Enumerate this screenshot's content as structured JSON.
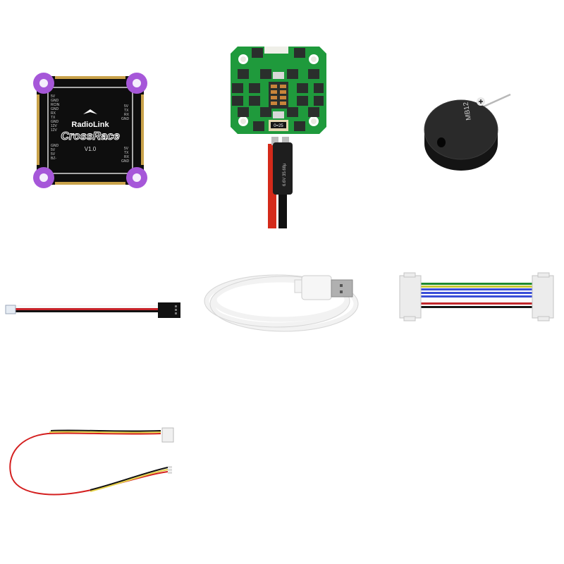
{
  "scene": {
    "background": "#ffffff",
    "description": "Flight controller kit contents"
  },
  "items": {
    "flight_controller": {
      "brand": "RadioLink",
      "model": "CrossRace",
      "version": "V1.0",
      "board_color": "#0e0e0e",
      "pad_color": "#a657d9",
      "left_labels": [
        "5V",
        "GND",
        "RCIN",
        "GND",
        "RX",
        "TX",
        "GND",
        "12V",
        "12V"
      ],
      "left_labels_bottom": [
        "GND",
        "5V",
        "5V",
        "BZ-"
      ],
      "right_labels": [
        "5V",
        "TX",
        "RX",
        "GND"
      ],
      "right_labels_bottom": [
        "5V",
        "TX",
        "RX",
        "GND"
      ]
    },
    "pdb": {
      "board_color": "#1f9a3c",
      "capacitor_text": "6.6V 35.68μ",
      "resistor_label": "0=25",
      "wire_colors": [
        "#d42a1a",
        "#111111"
      ]
    },
    "buzzer": {
      "label": "MB12",
      "color": "#1a1a1a"
    },
    "servo_cable": {
      "wire_colors": [
        "#ffffff",
        "#c8242a",
        "#111111"
      ],
      "connector_color": "#111111"
    },
    "usb_cable": {
      "color": "#f2f2f2"
    },
    "ribbon_cable": {
      "wire_colors": [
        "#1e8a2e",
        "#c8c832",
        "#3a4ed8",
        "#3a4ed8",
        "#3a4ed8",
        "#ffffff",
        "#c0262a",
        "#151515"
      ],
      "connector_color": "#e8e8e8"
    },
    "sensor_cable": {
      "wire_colors": [
        "#111111",
        "#e4d24a",
        "#d42020"
      ]
    }
  }
}
